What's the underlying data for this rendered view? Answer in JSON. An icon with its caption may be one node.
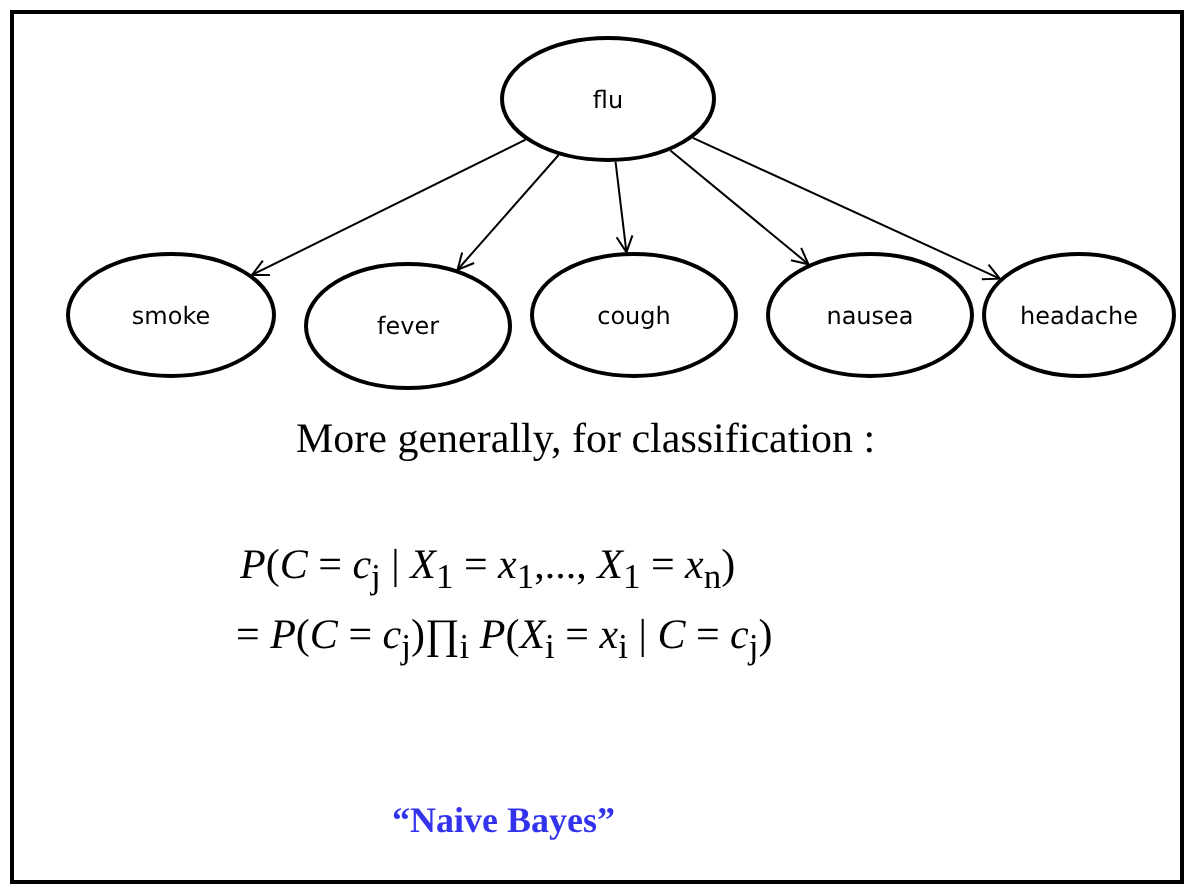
{
  "diagram": {
    "nodes": [
      {
        "text": [
          "flu"
        ]
      },
      {
        "text": [
          "smoke"
        ]
      },
      {
        "text": [
          "fever"
        ]
      },
      {
        "text": [
          "cough"
        ]
      },
      {
        "text": [
          "nausea"
        ]
      },
      {
        "text": [
          "headache"
        ]
      }
    ],
    "edges": [
      {
        "from": 0,
        "to": 1,
        "arrow": "to"
      },
      {
        "from": 0,
        "to": 2,
        "arrow": "to"
      },
      {
        "from": 0,
        "to": 3,
        "arrow": "to"
      },
      {
        "from": 0,
        "to": 4,
        "arrow": "to"
      },
      {
        "from": 0,
        "to": 5,
        "arrow": "to"
      }
    ],
    "labels": [
      "More generally, for classification :",
      "*P*(*C* = *c*$_{j}$ | *X*$_{1}$ = *x*$_{1}$,..., *X*$_{1}$ = *x*$_{n}$)",
      "= *P*(*C* = *c*$_{j}$)∏$_{i}$ *P*(*X*$_{i}$ = *x*$_{i}$ | *C* = *c*$_{j}$)",
      "“Naive Bayes”"
    ]
  }
}
